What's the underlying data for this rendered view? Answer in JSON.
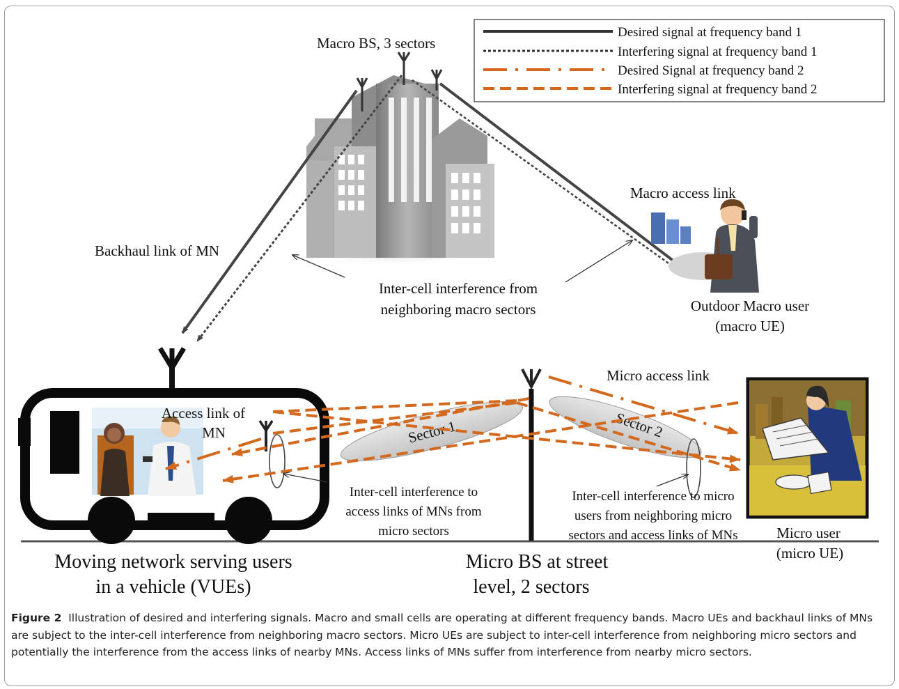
{
  "legend": {
    "items": [
      {
        "label": "Desired signal at frequency band 1",
        "color": "#444444",
        "style": "solid"
      },
      {
        "label": "Interfering signal at frequency band 1",
        "color": "#444444",
        "style": "dotted"
      },
      {
        "label": "Desired Signal at frequency band 2",
        "color": "#D2691E",
        "style": "dash-dot"
      },
      {
        "label": "Interfering signal at frequency band 2",
        "color": "#D2691E",
        "style": "dashed"
      }
    ]
  },
  "labels": {
    "macro_bs": "Macro BS, 3 sectors",
    "macro_access_link": "Macro access link",
    "backhaul_link": "Backhaul link of MN",
    "intercell_macro_1": "Inter-cell interference from",
    "intercell_macro_2": "neighboring macro sectors",
    "outdoor_user_1": "Outdoor Macro user",
    "outdoor_user_2": "(macro UE)",
    "micro_access_link": "Micro access link",
    "access_link_mn_1": "Access link of",
    "access_link_mn_2": "MN",
    "sector1": "Sector 1",
    "sector2": "Sector 2",
    "intercell_access_1": "Inter-cell interference to",
    "intercell_access_2": "access links of MNs from",
    "intercell_access_3": "micro sectors",
    "intercell_micro_1": "Inter-cell interference to micro",
    "intercell_micro_2": "users from neighboring micro",
    "intercell_micro_3": "sectors and access links of MNs",
    "micro_user_1": "Micro user",
    "micro_user_2": "(micro UE)",
    "moving_network_1": "Moving network serving users",
    "moving_network_2": "in a vehicle (VUEs)",
    "micro_bs_1": "Micro BS at street",
    "micro_bs_2": "level, 2 sectors"
  },
  "caption": {
    "figure_label": "Figure 2",
    "text": "Illustration of desired and interfering signals. Macro and small cells are operating at different frequency bands. Macro UEs and backhaul links of MNs are subject to the inter-cell interference from neighboring macro sectors. Micro UEs are subject to inter-cell interference from neighboring micro sectors and potentially the interference from the access links of nearby MNs. Access links of MNs suffer from interference from nearby micro sectors."
  },
  "colors": {
    "band1": "#444444",
    "band2": "#D2691E",
    "building": "#9a9a9a"
  }
}
